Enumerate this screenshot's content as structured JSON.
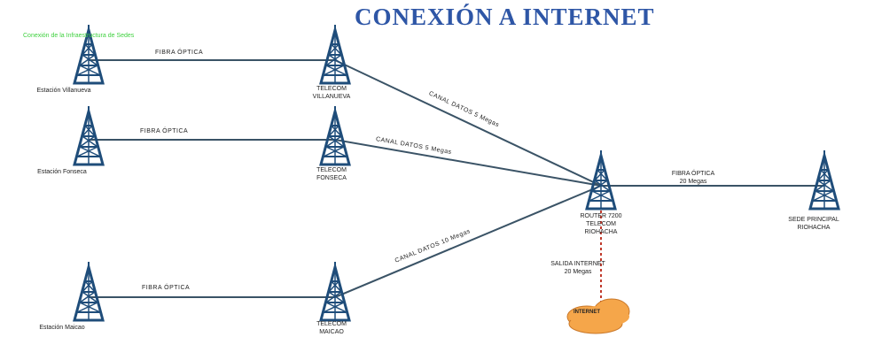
{
  "title": "CONEXIÓN A INTERNET",
  "subtitle": "Conexión de la Infraestructura de Sedes",
  "towers": {
    "villanueva": "Estación Villanueva",
    "telecom_villanueva": "TELECOM\nVILLANUEVA",
    "fonseca": "Estación Fonseca",
    "telecom_fonseca": "TELECOM\nFONSECA",
    "maicao": "Estación Maicao",
    "telecom_maicao": "TELECOM\nMAICAO",
    "router": "ROUTER 7200\nTELECOM\nRIOHACHA",
    "sede_principal": "SEDE PRINCIPAL\nRIOHACHA"
  },
  "links": {
    "villanueva": "FIBRA ÓPTICA",
    "fonseca": "FIBRA ÓPTICA",
    "maicao": "FIBRA ÓPTICA",
    "canal_villanueva": "CANAL DATOS 5 Megas",
    "canal_fonseca": "CANAL DATOS    5 Megas",
    "canal_maicao": "CANAL DATOS  10 Megas",
    "sede_fibra": "FIBRA ÓPTICA\n20 Megas",
    "salida_internet": "SALIDA INTERNET\n20 Megas"
  },
  "internet_cloud": "INTERNET",
  "colors": {
    "line": "#3a5366",
    "tower": "#1f4d7a",
    "title": "#2e56a6",
    "dashed": "#c0392b",
    "cloud": "#f5a64a"
  }
}
